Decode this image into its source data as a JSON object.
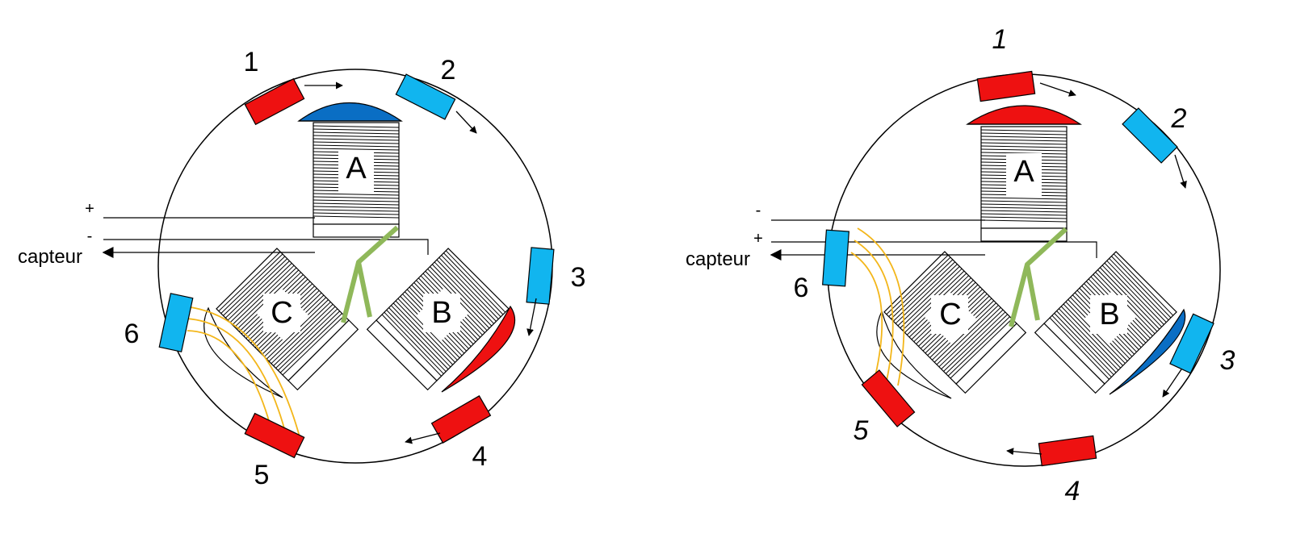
{
  "colors": {
    "red": "#ee1111",
    "light_blue": "#11b5ef",
    "dark_blue": "#0a6ec4",
    "green": "#8fb85a",
    "yellow": "#f3b61a",
    "stroke": "#000000"
  },
  "left_diagram": {
    "coil_a": "A",
    "coil_b": "B",
    "coil_c": "C",
    "magnets": [
      "1",
      "2",
      "3",
      "4",
      "5",
      "6"
    ],
    "sign_top": "+",
    "sign_bottom": "-",
    "sensor_label": "capteur"
  },
  "right_diagram": {
    "coil_a": "A",
    "coil_b": "B",
    "coil_c": "C",
    "magnets": [
      "1",
      "2",
      "3",
      "4",
      "5",
      "6"
    ],
    "sign_top": "-",
    "sign_bottom": "+",
    "sensor_label": "capteur"
  }
}
